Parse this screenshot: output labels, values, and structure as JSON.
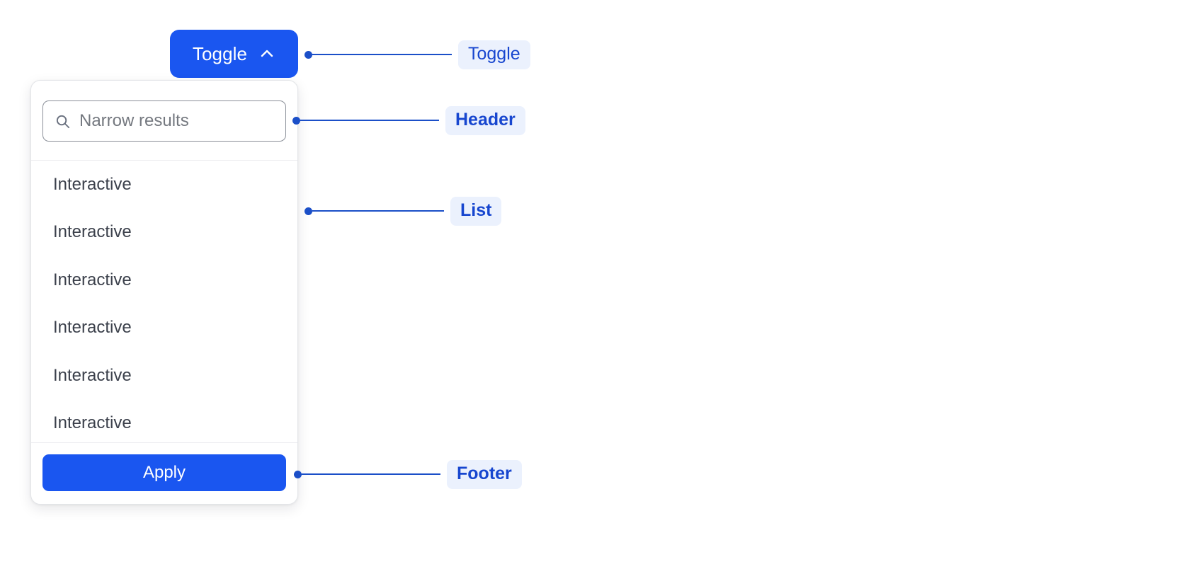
{
  "theme": {
    "accent_blue": "#1a56f0",
    "annotation_blue": "#1746cf",
    "annotation_pill_bg": "#ebf1fd",
    "panel_bg": "#ffffff",
    "page_bg": "#ffffff",
    "list_text": "#3b404b",
    "placeholder_text": "#74787f",
    "divider": "#ededf0"
  },
  "toggle": {
    "label": "Toggle",
    "icon": "caret-up-icon",
    "state": "expanded"
  },
  "panel": {
    "header": {
      "search": {
        "placeholder": "Narrow results",
        "value": "",
        "icon": "search-icon"
      }
    },
    "list": {
      "items": [
        {
          "label": "Interactive"
        },
        {
          "label": "Interactive"
        },
        {
          "label": "Interactive"
        },
        {
          "label": "Interactive"
        },
        {
          "label": "Interactive"
        },
        {
          "label": "Interactive"
        }
      ]
    },
    "footer": {
      "apply_label": "Apply"
    }
  },
  "annotations": [
    {
      "id": "toggle",
      "label": "Toggle",
      "target": "toggle-button"
    },
    {
      "id": "header",
      "label": "Header",
      "target": "panel-header"
    },
    {
      "id": "list",
      "label": "List",
      "target": "panel-list"
    },
    {
      "id": "footer",
      "label": "Footer",
      "target": "panel-footer"
    }
  ]
}
